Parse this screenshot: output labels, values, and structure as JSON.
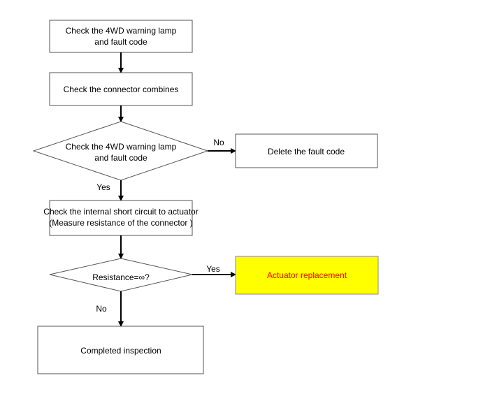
{
  "nodes": {
    "check_lamp": {
      "lines": [
        "Check the 4WD warning lamp",
        "and fault code"
      ]
    },
    "check_connector": {
      "lines": [
        "Check the connector combines"
      ]
    },
    "decision_lamp": {
      "lines": [
        "Check the 4WD warning lamp",
        "and fault code"
      ]
    },
    "delete_code": {
      "lines": [
        "Delete the fault code"
      ]
    },
    "check_short": {
      "lines": [
        "Check the internal short circuit to actuator",
        "(Measure resistance of the connector )"
      ]
    },
    "decision_resistance": {
      "lines": [
        "Resistance=∞?"
      ]
    },
    "actuator_replacement": {
      "lines": [
        "Actuator replacement"
      ],
      "fill": "#ffff00",
      "text_color": "#ff0000"
    },
    "completed": {
      "lines": [
        "Completed inspection"
      ]
    }
  },
  "edges": {
    "decision_lamp_no": "No",
    "decision_lamp_yes": "Yes",
    "resistance_yes": "Yes",
    "resistance_no": "No"
  }
}
